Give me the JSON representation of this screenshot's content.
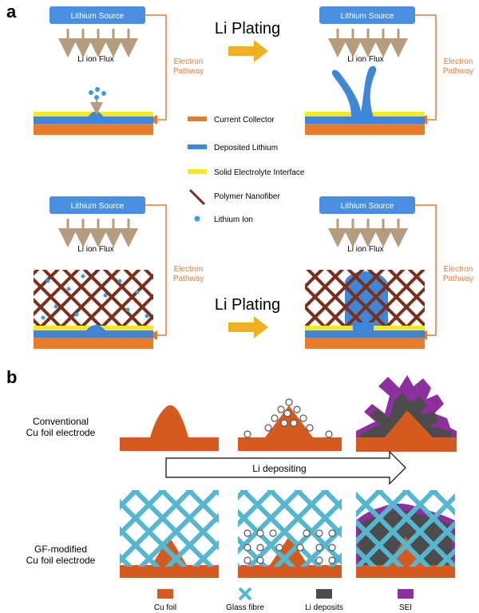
{
  "panel_a": {
    "letter": "a",
    "source_label": "Lithium Source",
    "flux_label": "Li ion Flux",
    "electron_label_1": "Electron",
    "electron_label_2": "Pathway",
    "plating_label": "Li Plating",
    "legend": {
      "current_collector": "Current Collector",
      "deposited_lithium": "Deposited Lithium",
      "sei": "Solid Electrolyte Interface",
      "nanofiber": "Polymer Nanofiber",
      "lithium_ion": "Lithium Ion"
    }
  },
  "panel_b": {
    "letter": "b",
    "row1_label_1": "Conventional",
    "row1_label_2": "Cu foil electrode",
    "row2_label_1": "GF-modified",
    "row2_label_2": "Cu foil electrode",
    "arrow_label": "Li depositing",
    "legend": {
      "cu_foil": "Cu foil",
      "glass_fibre": "Glass fibre",
      "li_deposits": "Li deposits",
      "sei": "SEI"
    }
  },
  "colors": {
    "source_box": "#4a90e0",
    "flux_arrow": "#b59c7f",
    "electron_line": "#e07a3a",
    "current_collector": "#e87c2a",
    "deposited_lithium": "#3d86d8",
    "sei_yellow": "#f2ea1e",
    "nanofiber": "#7a2e1c",
    "lithium_ion": "#3d9be0",
    "plating_arrow": "#f0b020",
    "cu_foil": "#d55a20",
    "glass_fibre": "#55b7cf",
    "li_deposits": "#4c4c4c",
    "sei_purple": "#8e2f9e"
  }
}
